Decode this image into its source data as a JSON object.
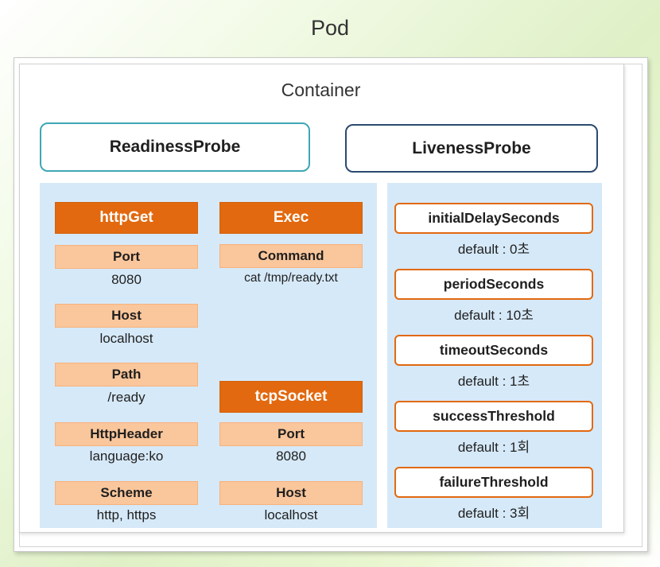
{
  "pod": {
    "title": "Pod"
  },
  "container": {
    "title": "Container"
  },
  "probes": {
    "readiness": {
      "label": "ReadinessProbe"
    },
    "liveness": {
      "label": "LivenessProbe"
    }
  },
  "readiness": {
    "httpGet": {
      "title": "httpGet",
      "fields": [
        {
          "name": "Port",
          "value": "8080"
        },
        {
          "name": "Host",
          "value": "localhost"
        },
        {
          "name": "Path",
          "value": "/ready"
        },
        {
          "name": "HttpHeader",
          "value": "language:ko"
        },
        {
          "name": "Scheme",
          "value": "http, https"
        }
      ]
    },
    "exec": {
      "title": "Exec",
      "fields": [
        {
          "name": "Command",
          "value": "cat /tmp/ready.txt"
        }
      ]
    },
    "tcpSocket": {
      "title": "tcpSocket",
      "fields": [
        {
          "name": "Port",
          "value": "8080"
        },
        {
          "name": "Host",
          "value": "localhost"
        }
      ]
    }
  },
  "liveness": {
    "items": [
      {
        "name": "initialDelaySeconds",
        "default": "default : 0초"
      },
      {
        "name": "periodSeconds",
        "default": "default : 10초"
      },
      {
        "name": "timeoutSeconds",
        "default": "default : 1초"
      },
      {
        "name": "successThreshold",
        "default": "default : 1회"
      },
      {
        "name": "failureThreshold",
        "default": "default : 3회"
      }
    ]
  },
  "colors": {
    "accent_orange": "#e2690f",
    "accent_orange_light": "#fac69b",
    "panel_blue": "#d6e9f8",
    "readiness_border": "#3fa7b5",
    "liveness_border": "#2b4a6f",
    "background": "#eaf7d8"
  }
}
